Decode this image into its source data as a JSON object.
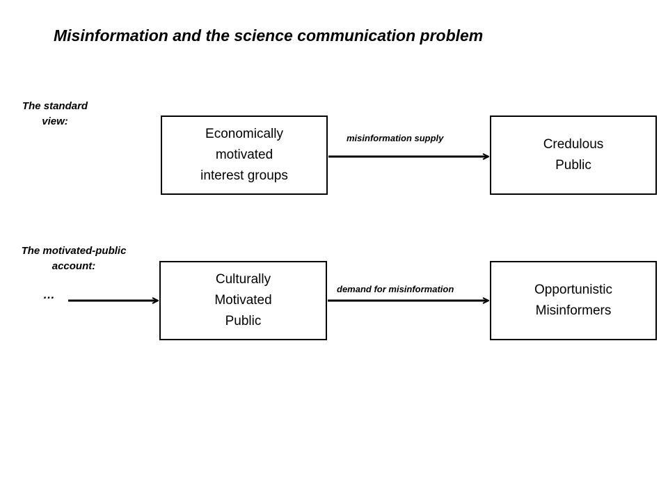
{
  "title": "Misinformation and the science communication problem",
  "standard_view": {
    "label_lines": [
      "The standard",
      "view:"
    ],
    "source_box": [
      "Economically",
      "motivated",
      "interest groups"
    ],
    "arrow_label": "misinformation supply",
    "target_box": [
      "Credulous",
      "Public"
    ]
  },
  "motivated_public": {
    "label_lines": [
      "The motivated-public",
      "account:"
    ],
    "ellipsis": "…",
    "source_box": [
      "Culturally",
      "Motivated",
      "Public"
    ],
    "arrow_label": "demand for misinformation",
    "target_box": [
      "Opportunistic",
      "Misinformers"
    ]
  }
}
